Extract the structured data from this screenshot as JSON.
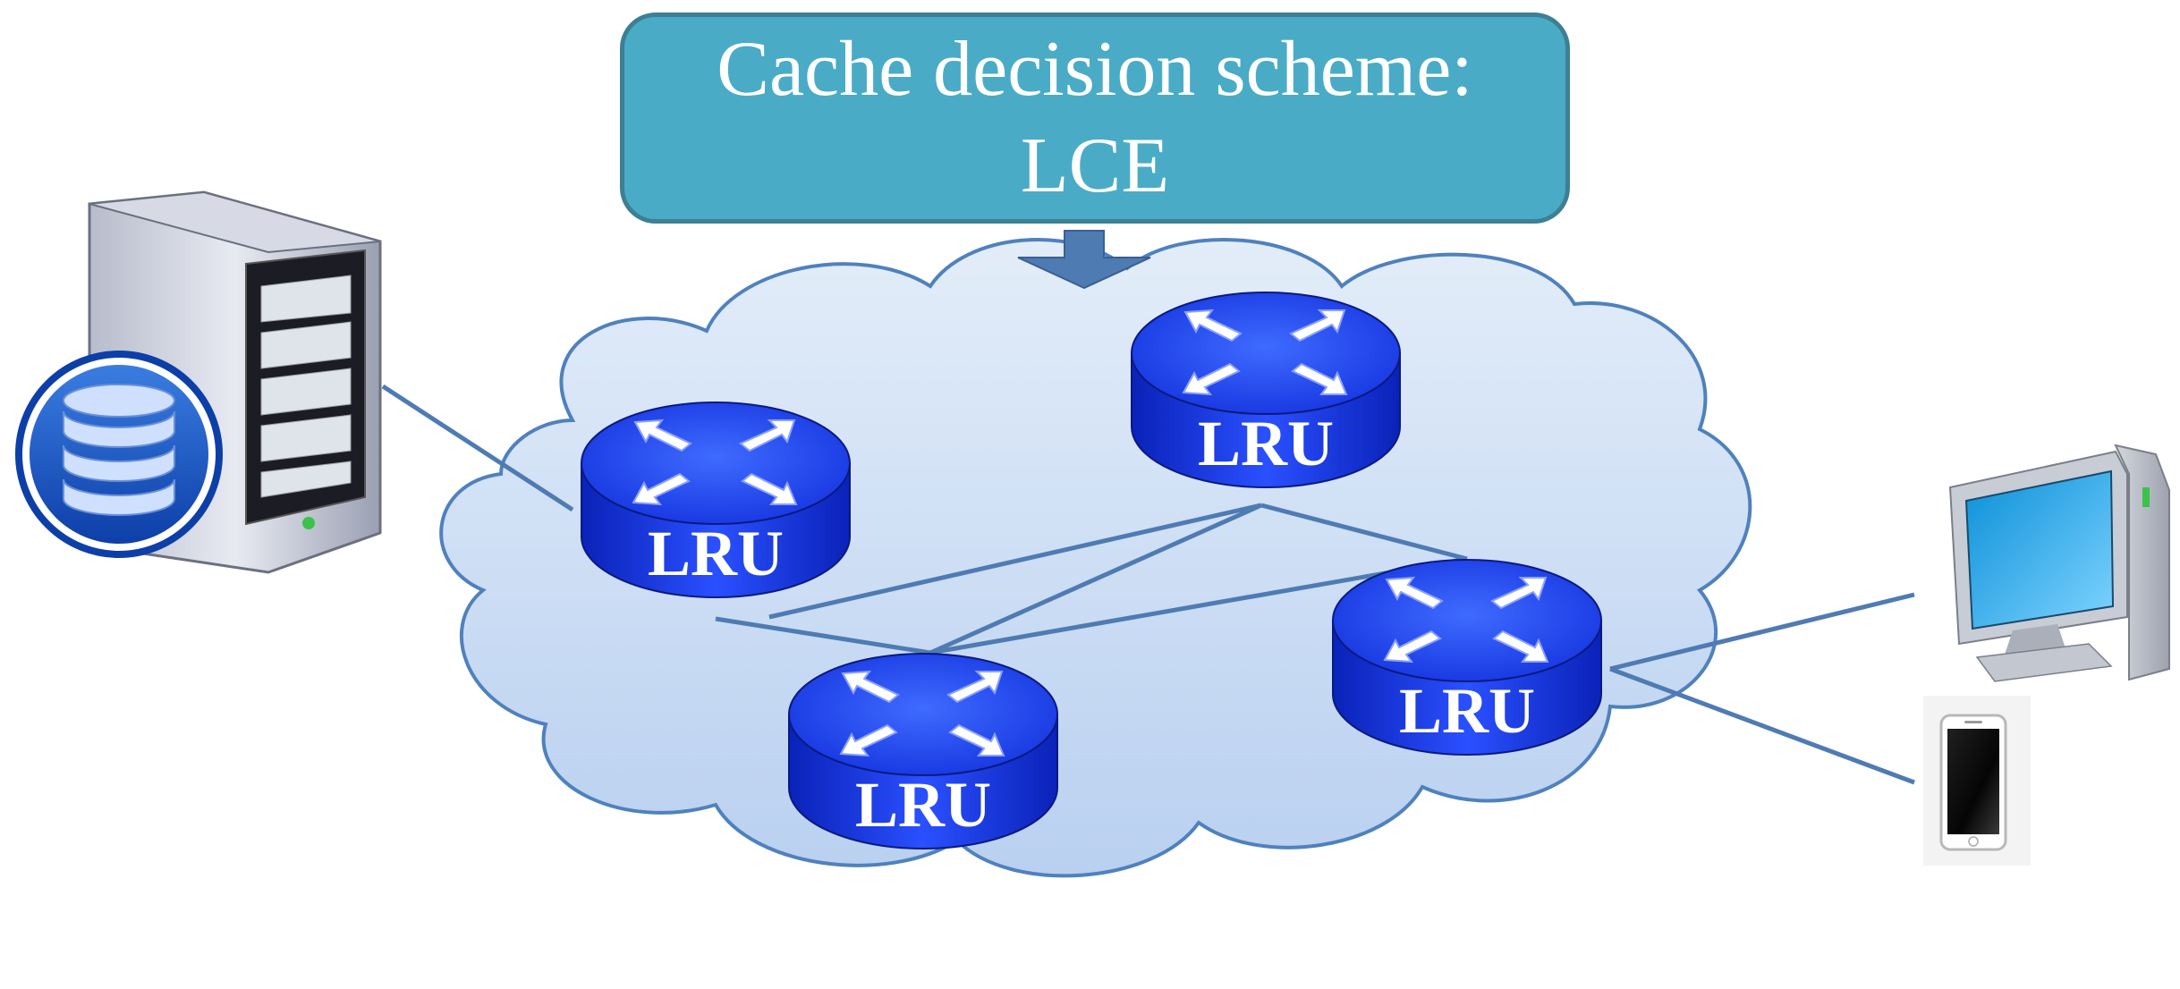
{
  "callout": {
    "line1": "Cache decision scheme:",
    "line2": "LCE"
  },
  "routers": [
    {
      "id": "router-1",
      "label": "LRU"
    },
    {
      "id": "router-2",
      "label": "LRU"
    },
    {
      "id": "router-3",
      "label": "LRU"
    },
    {
      "id": "router-4",
      "label": "LRU"
    }
  ],
  "icons": {
    "server": "server-icon",
    "database": "database-icon",
    "desktop": "desktop-computer-icon",
    "phone": "smartphone-icon",
    "router": "router-icon"
  },
  "colors": {
    "cloud_fill": "#cfe0f6",
    "cloud_stroke": "#4f81bd",
    "callout_fill": "#4aabc6",
    "callout_border": "#3d7f93",
    "router_blue": "#1a3df0",
    "link_line": "#4f7bb3"
  }
}
